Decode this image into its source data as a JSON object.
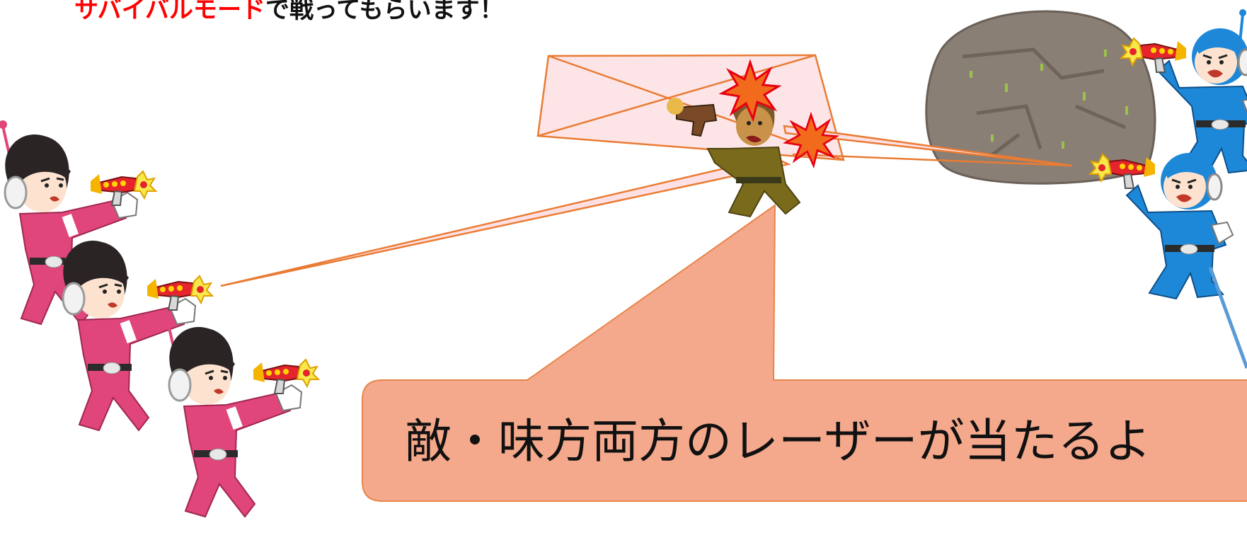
{
  "headline": {
    "highlight": "サバイバルモード",
    "rest": "で戦ってもらいます！"
  },
  "callout": {
    "text": "敵・味方両方のレーザーが当たるよ"
  },
  "colors": {
    "highlight": "#ff0000",
    "laser_fill": "#fde0e3",
    "laser_stroke": "#ea7b33",
    "callout_fill": "#f5a98c",
    "callout_stroke": "#e8854a",
    "pointer_line": "#5b9bd5",
    "pink_suit": "#e0457b",
    "blue_suit": "#1e88d8",
    "soldier": "#7a6a1c",
    "rock": "#8a7f74",
    "explosion": "#f26a1b"
  },
  "icons": [
    "pink-space-girl-icon",
    "blue-space-boy-icon",
    "soldier-icon",
    "rock-icon",
    "explosion-icon",
    "ray-gun-icon"
  ]
}
